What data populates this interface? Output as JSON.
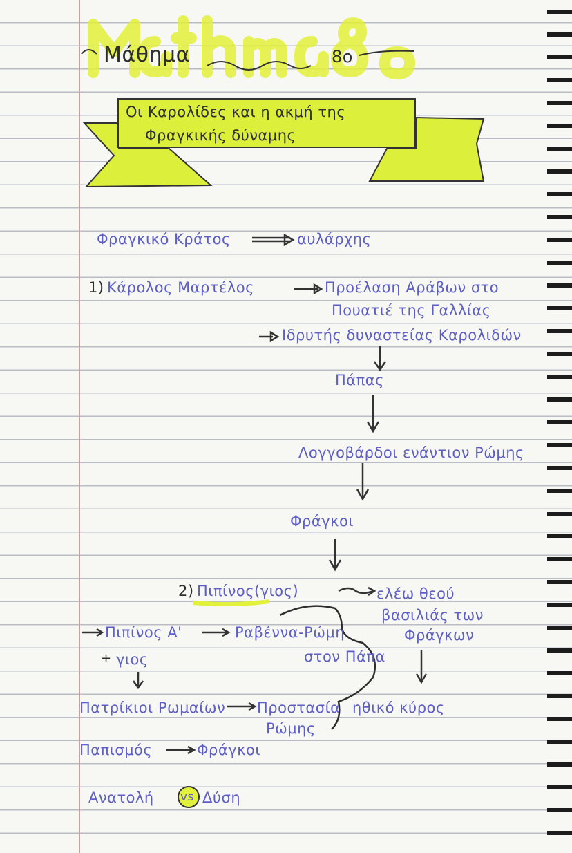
{
  "header": {
    "highlight_title": "Μάθημα 8ο",
    "title": "Μάθημα",
    "lesson_number": "8ο"
  },
  "banner": {
    "line1": "Οι Καρολίδες και η ακμή της",
    "line2": "Φραγκικής δύναμης"
  },
  "notes": {
    "frankish_state": "Φραγκικό Κράτος",
    "mayor": "αυλάρχης",
    "item1_label": "1)",
    "charles_martel": "Κάρολος Μαρτέλος",
    "arab_advance_1": "Προέλαση Αράβων στο",
    "arab_advance_2": "Πουατιέ της Γαλλίας",
    "founder": "Ιδρυτής δυναστείας Καρολιδών",
    "pope": "Πάπας",
    "lombards": "Λογγοβάρδοι ενάντιον Ρώμης",
    "franks": "Φράγκοι",
    "item2_label": "2)",
    "pippin_son": "Πιπίνος(γιος)",
    "by_grace_1": "ελέω θεού",
    "by_grace_2": "βασιλιάς των",
    "by_grace_3": "Φράγκων",
    "pippin_first": "Πιπίνος Α'",
    "ravenna": "Ραβέννα-Ρώμη",
    "to_pope": "στον Πάπα",
    "plus": "+",
    "son": "γιος",
    "patricians": "Πατρίκιοι Ρωμαίων",
    "protection_1": "Προστασία",
    "protection_2": "Ρώμης",
    "moral_authority": "ηθικό κύρος",
    "papacy": "Παπισμός",
    "franks2": "Φράγκοι",
    "east": "Ανατολή",
    "vs": "vs",
    "west": "Δύση"
  },
  "colors": {
    "ink": "#5d5fc4",
    "highlighter": "#e2f13a",
    "margin": "#d89a9a"
  }
}
